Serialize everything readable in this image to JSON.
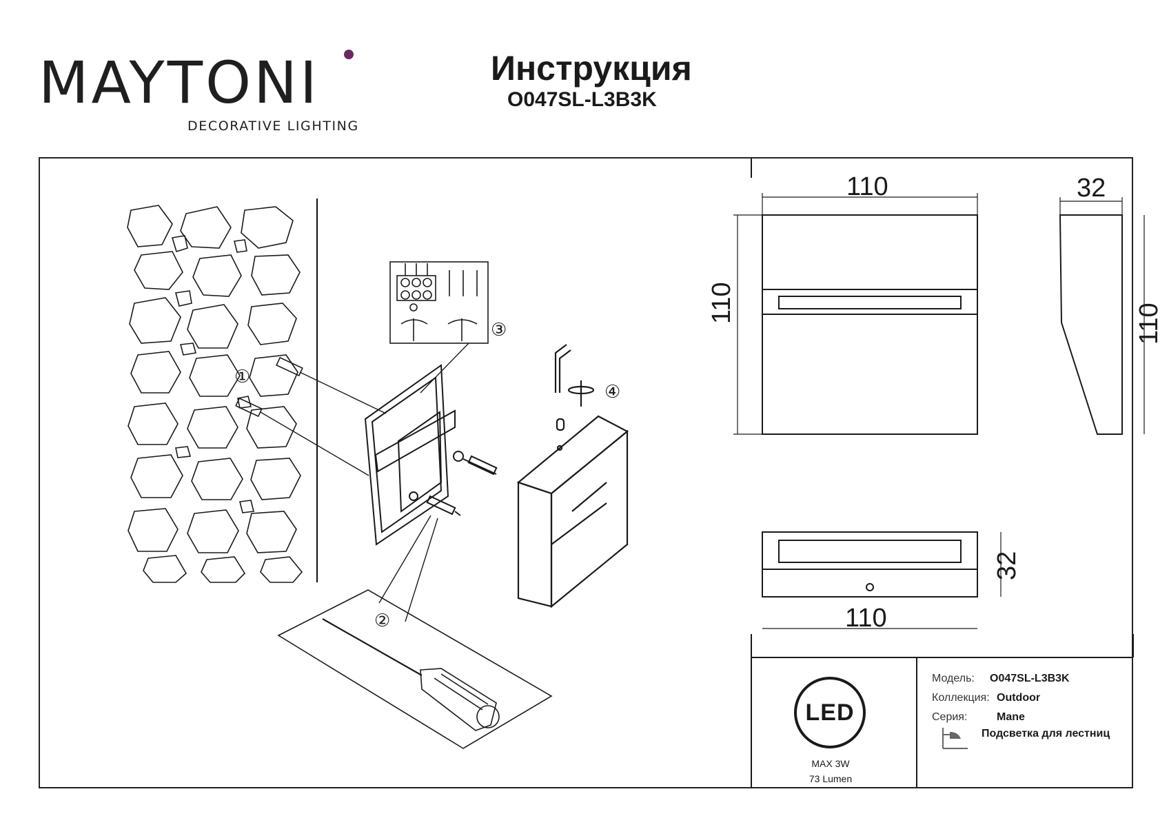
{
  "brand": {
    "name": "MAYTONI",
    "tagline": "DECORATIVE LIGHTING",
    "accent_color": "#6b2a5e"
  },
  "document": {
    "title": "Инструкция",
    "model_code": "O047SL-L3B3K"
  },
  "assembly_steps": [
    "①",
    "②",
    "③",
    "④"
  ],
  "dimensions": {
    "front_width": "110",
    "front_height": "110",
    "side_depth": "32",
    "side_height": "110",
    "bottom_depth": "32",
    "bottom_width": "110"
  },
  "product_info": {
    "led_badge": "LED",
    "power": "MAX 3W",
    "lumen": "73 Lumen",
    "model_label": "Модель:",
    "model_value": "O047SL-L3B3K",
    "collection_label": "Коллекция:",
    "collection_value": "Outdoor",
    "series_label": "Серия:",
    "series_value": "Mane",
    "description": "Подсветка для лестниц"
  }
}
